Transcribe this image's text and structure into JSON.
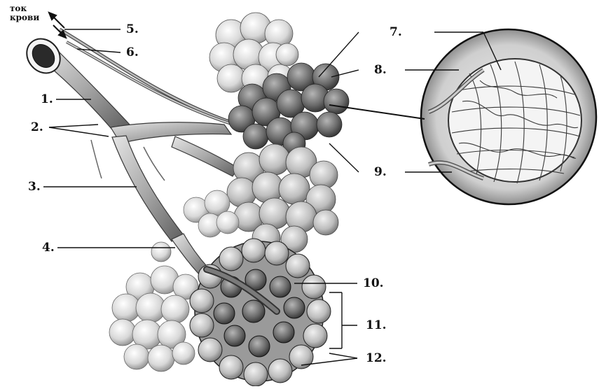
{
  "flow_label": {
    "line1": "ток",
    "line2": "крови"
  },
  "labels": [
    {
      "id": "1",
      "text": "1."
    },
    {
      "id": "2",
      "text": "2."
    },
    {
      "id": "3",
      "text": "3."
    },
    {
      "id": "4",
      "text": "4."
    },
    {
      "id": "5",
      "text": "5."
    },
    {
      "id": "6",
      "text": "6."
    },
    {
      "id": "7",
      "text": "7."
    },
    {
      "id": "8",
      "text": "8."
    },
    {
      "id": "9",
      "text": "9."
    },
    {
      "id": "10",
      "text": "10."
    },
    {
      "id": "11",
      "text": "11."
    },
    {
      "id": "12",
      "text": "12."
    }
  ],
  "colors": {
    "ink": "#1a1a1a",
    "lobule_light": "#dcdcdc",
    "lobule_dark": "#6e6e6e",
    "capillary": "#4a4a4a"
  }
}
